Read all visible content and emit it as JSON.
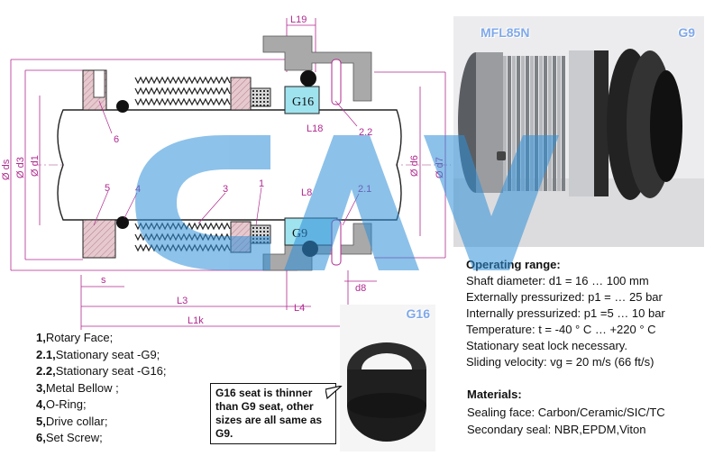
{
  "drawing": {
    "dimensions": {
      "ds": "Ø ds",
      "d3": "Ø d3",
      "d1": "Ø d1",
      "d6": "Ø d6",
      "d7": "Ø d7",
      "L19": "L19",
      "L18": "L18",
      "L8": "L8",
      "L3": "L3",
      "L4": "L4",
      "L1k": "L1k",
      "s": "s",
      "d8": "d8"
    },
    "callouts": {
      "c6": "6",
      "c22": "2.2",
      "c5": "5",
      "c4": "4",
      "c3": "3",
      "c1": "1",
      "c21": "2.1"
    },
    "seat_top": "G16",
    "seat_bottom": "G9"
  },
  "photos": {
    "main_label_left": "MFL85N",
    "main_label_right": "G9",
    "seat_label": "G16"
  },
  "parts_list": [
    {
      "num": "1,",
      "text": "Rotary Face;"
    },
    {
      "num": "2.1,",
      "text": "Stationary seat -G9;"
    },
    {
      "num": "2.2,",
      "text": "Stationary seat -G16;"
    },
    {
      "num": "3,",
      "text": "Metal Bellow ;"
    },
    {
      "num": "4,",
      "text": "O-Ring;"
    },
    {
      "num": "5,",
      "text": "Drive collar;"
    },
    {
      "num": "6,",
      "text": "Set Screw;"
    }
  ],
  "note": "G16 seat is thinner than G9 seat, other sizes are all same as G9.",
  "operating_range": {
    "title": "Operating range:",
    "lines": [
      "Shaft diameter: d1 = 16 … 100 mm",
      "Externally pressurized: p1 = … 25 bar",
      "Internally pressurized: p1 =5 … 10 bar",
      "Temperature: t = -40 ° C … +220 ° C",
      "Stationary seat lock necessary.",
      "Sliding velocity: vg = 20 m/s (66 ft/s)"
    ]
  },
  "materials": {
    "title": "Materials:",
    "lines": [
      "Sealing face: Carbon/Ceramic/SIC/TC",
      "Secondary seal: NBR,EPDM,Viton"
    ]
  },
  "colors": {
    "dimension": "#b0298f",
    "seat": "#9fe3ef",
    "housing": "#a9a9a9",
    "watermark": "#2f8fd8"
  }
}
